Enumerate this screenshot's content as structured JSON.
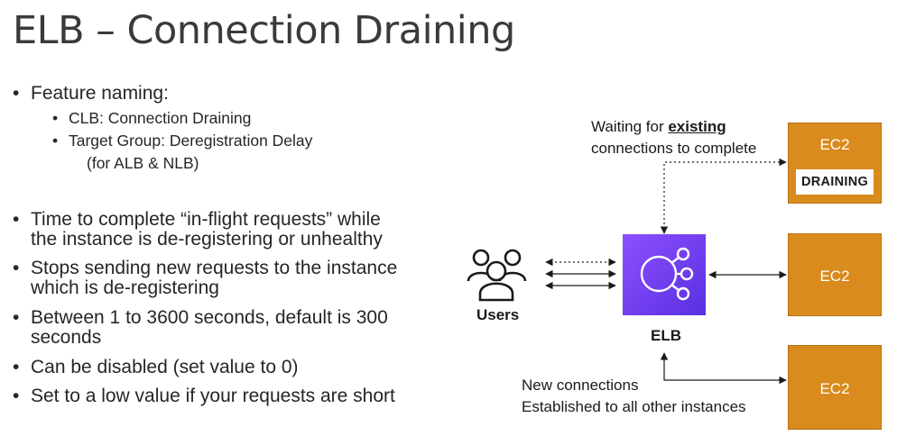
{
  "title": "ELB – Connection Draining",
  "bullets": {
    "feature_naming": "Feature naming:",
    "clb": "CLB: Connection Draining",
    "target_group": "Target Group: Deregistration Delay",
    "alb_nlb": "(for ALB & NLB)",
    "time_line1": "Time to complete “in-flight requests” while",
    "time_line2": "the instance is de-registering or unhealthy",
    "stops_line1": "Stops sending new requests to the instance",
    "stops_line2": "which is de-registering",
    "between_line1": "Between 1 to 3600 seconds, default is 300",
    "between_line2": "seconds",
    "disabled": "Can be disabled (set value to 0)",
    "low_value": "Set to a low value if your requests are short"
  },
  "diagram": {
    "waiting_pre": "Waiting for ",
    "waiting_bold": "existing",
    "waiting_line2": "connections to complete",
    "ec2_label": "EC2",
    "draining_label": "DRAINING",
    "users_label": "Users",
    "elb_label": "ELB",
    "new_connections_line1": "New connections",
    "new_connections_line2": "Established to all other instances"
  },
  "colors": {
    "ec2_fill": "#d98b1d",
    "elb_fill": "#7b3ff2"
  },
  "icons": {
    "users": "users-icon",
    "elb": "elb-icon"
  }
}
